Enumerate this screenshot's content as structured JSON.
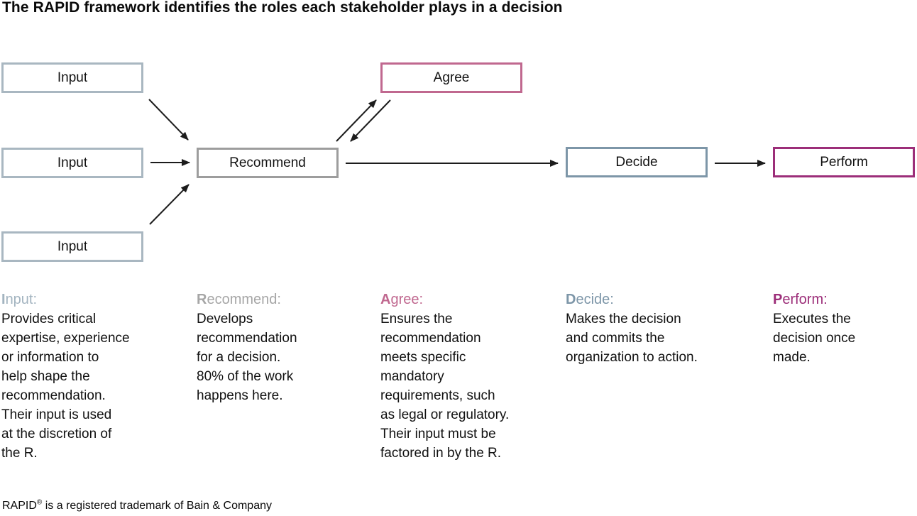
{
  "title": "The RAPID framework identifies the roles each stakeholder plays in a decision",
  "colors": {
    "input_border": "#a9b7c1",
    "recommend_border": "#9d9d9d",
    "agree_border": "#c0688f",
    "decide_border": "#7d96a8",
    "perform_border": "#9c2e79",
    "heading_input": "#a3b4c0",
    "heading_recommend": "#a6a6a6",
    "heading_agree": "#c0688f",
    "heading_decide": "#7d96a8",
    "heading_perform": "#9c2e79",
    "arrow": "#1c1c1c"
  },
  "diagram": {
    "boxes": [
      {
        "id": "input-1",
        "label": "Input"
      },
      {
        "id": "input-2",
        "label": "Input"
      },
      {
        "id": "input-3",
        "label": "Input"
      },
      {
        "id": "recommend",
        "label": "Recommend"
      },
      {
        "id": "agree",
        "label": "Agree"
      },
      {
        "id": "decide",
        "label": "Decide"
      },
      {
        "id": "perform",
        "label": "Perform"
      }
    ],
    "arrows": [
      "input-1 to recommend",
      "input-2 to recommend",
      "input-3 to recommend",
      "recommend to agree",
      "agree to recommend",
      "recommend to decide",
      "decide to perform"
    ]
  },
  "descriptions": [
    {
      "id": "input",
      "heading_initial": "I",
      "heading_rest": "nput:",
      "body": "Provides critical\nexpertise, experience\nor information to\nhelp shape the\nrecommendation.\nTheir input is used\nat the discretion of\nthe R."
    },
    {
      "id": "recommend",
      "heading_initial": "R",
      "heading_rest": "ecommend:",
      "body": "Develops\nrecommendation\nfor a decision.\n80% of the work\nhappens here."
    },
    {
      "id": "agree",
      "heading_initial": "A",
      "heading_rest": "gree:",
      "body": "Ensures the\nrecommendation\nmeets specific\nmandatory\nrequirements, such\nas legal or regulatory.\nTheir input must be\nfactored in by the R."
    },
    {
      "id": "decide",
      "heading_initial": "D",
      "heading_rest": "ecide:",
      "body": "Makes the decision\nand commits the\norganization to action."
    },
    {
      "id": "perform",
      "heading_initial": "P",
      "heading_rest": "erform:",
      "body": "Executes the\ndecision once\nmade."
    }
  ],
  "footer": {
    "brand": "RAPID",
    "reg_mark": "®",
    "rest": " is a registered trademark of Bain & Company"
  }
}
